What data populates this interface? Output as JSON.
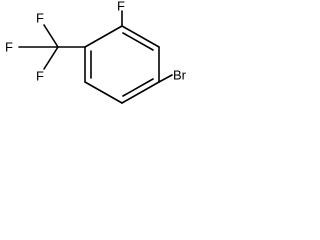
{
  "molecule": {
    "atoms": {
      "fluoro": "F",
      "trifluoromethyl_f_top": "F",
      "trifluoromethyl_f_left": "F",
      "trifluoromethyl_f_bottom": "F",
      "bromo": "Br"
    },
    "colors": {
      "bond": "#000000",
      "label": "#000000",
      "background": "#ffffff"
    }
  }
}
